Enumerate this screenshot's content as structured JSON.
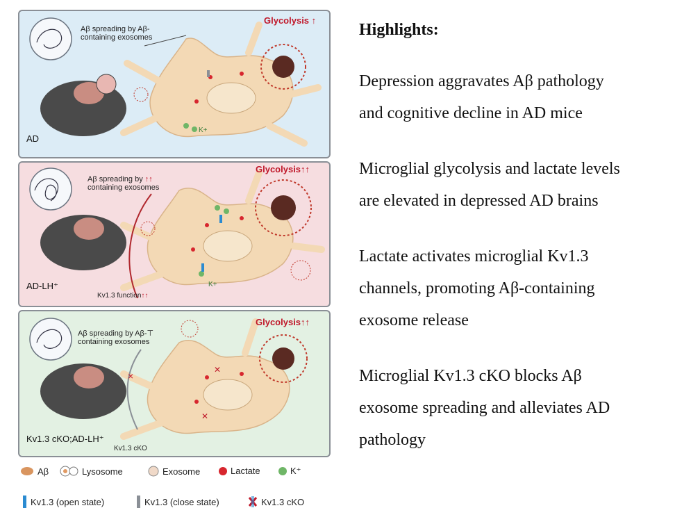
{
  "panels": {
    "ad": {
      "label": "AD",
      "glycolysis": "Glycolysis",
      "glycolysis_arrows": "↑",
      "spreading": "Aβ spreading by Aβ-",
      "spreading2": "containing exosomes",
      "k": "K+"
    },
    "adlh": {
      "label": "AD-LH⁺",
      "glycolysis": "Glycolysis",
      "glycolysis_arrows": "↑↑",
      "spreading": "Aβ spreading by",
      "spreading_arrows": "↑↑",
      "spreading2": "containing exosomes",
      "kv": "Kv1.3 function",
      "kv_arrows": "↑↑",
      "k": "K+"
    },
    "cko": {
      "label": "Kv1.3 cKO;AD-LH⁺",
      "glycolysis": "Glycolysis",
      "glycolysis_arrows": "↑↑",
      "spreading": "Aβ spreading by Aβ-",
      "spreading_symbol": "⊤",
      "spreading2": "containing exosomes",
      "kv": "Kv1.3 cKO"
    }
  },
  "legend": {
    "abeta": "Aβ",
    "lysosome": "Lysosome",
    "exosome": "Exosome",
    "lactate": "Lactate",
    "k": "K⁺",
    "kv_open": "Kv1.3 (open state)",
    "kv_close": "Kv1.3 (close state)",
    "kv_cko": "Kv1.3 cKO"
  },
  "highlights": {
    "title": "Highlights:",
    "items": [
      [
        "Depression aggravates Aβ pathology",
        "and cognitive decline in AD mice"
      ],
      [
        "Microglial glycolysis and lactate levels",
        "are elevated in depressed AD brains"
      ],
      [
        "Lactate activates microglial Kv1.3",
        "channels, promoting Aβ-containing",
        "exosome release"
      ],
      [
        "Microglial Kv1.3 cKO blocks Aβ",
        "exosome spreading and alleviates AD",
        "pathology"
      ]
    ]
  },
  "colors": {
    "ad_bg": "#dcecf6",
    "adlh_bg": "#f6dde0",
    "cko_bg": "#e3f1e3",
    "cell": "#f3d9b5",
    "lactate": "#d7262e",
    "k": "#6fb667",
    "glycolysis": "#c0182a"
  }
}
